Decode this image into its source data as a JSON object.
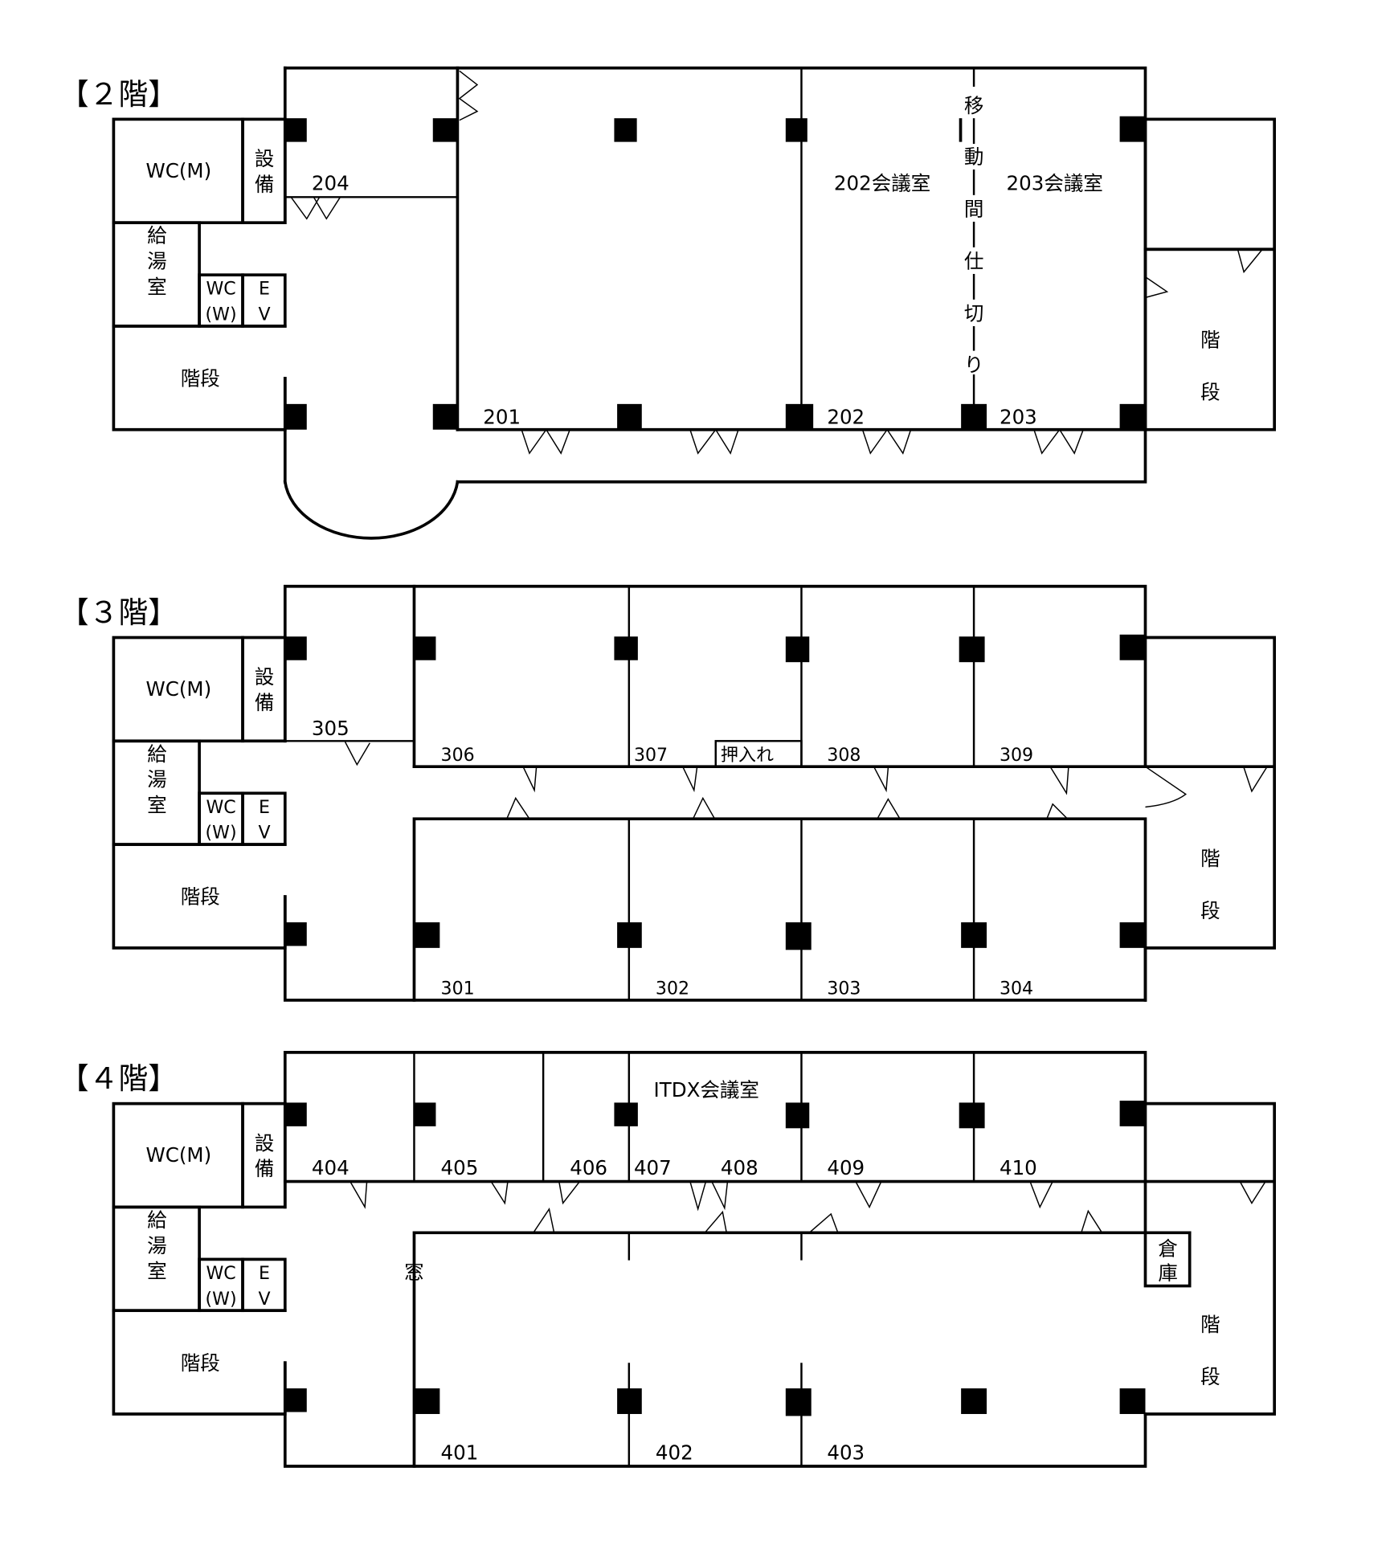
{
  "floors": [
    {
      "id": "2F",
      "title": "【２階】",
      "annex": {
        "wc_m": "WC(M)",
        "equip": [
          "設",
          "備"
        ],
        "kitchen": [
          "給",
          "湯",
          "室"
        ],
        "wc_w": [
          "WC",
          "(W)"
        ],
        "ev": [
          "E",
          "V"
        ],
        "stairs_left": "階段",
        "stairs_right": [
          "階",
          "段"
        ]
      },
      "rooms": [
        "204",
        "201",
        "202",
        "203"
      ],
      "room_names": [
        "202会議室",
        "203会議室"
      ],
      "partition": [
        "移",
        "動",
        "間",
        "仕",
        "切",
        "り"
      ]
    },
    {
      "id": "3F",
      "title": "【３階】",
      "annex": {
        "wc_m": "WC(M)",
        "equip": [
          "設",
          "備"
        ],
        "kitchen": [
          "給",
          "湯",
          "室"
        ],
        "wc_w": [
          "WC",
          "(W)"
        ],
        "ev": [
          "E",
          "V"
        ],
        "stairs_left": "階段",
        "stairs_right": [
          "階",
          "段"
        ]
      },
      "rooms": [
        "305",
        "306",
        "307",
        "308",
        "309",
        "301",
        "302",
        "303",
        "304"
      ],
      "closet": "押入れ"
    },
    {
      "id": "4F",
      "title": "【４階】",
      "annex": {
        "wc_m": "WC(M)",
        "equip": [
          "設",
          "備"
        ],
        "kitchen": [
          "給",
          "湯",
          "室"
        ],
        "wc_w": [
          "WC",
          "(W)"
        ],
        "ev": [
          "E",
          "V"
        ],
        "stairs_left": "階段",
        "stairs_right": [
          "階",
          "段"
        ]
      },
      "rooms": [
        "404",
        "405",
        "406",
        "407",
        "408",
        "409",
        "410",
        "401",
        "402",
        "403"
      ],
      "room_names": [
        "ITDX会議室"
      ],
      "window": "窓",
      "storage": [
        "倉",
        "庫"
      ]
    }
  ]
}
